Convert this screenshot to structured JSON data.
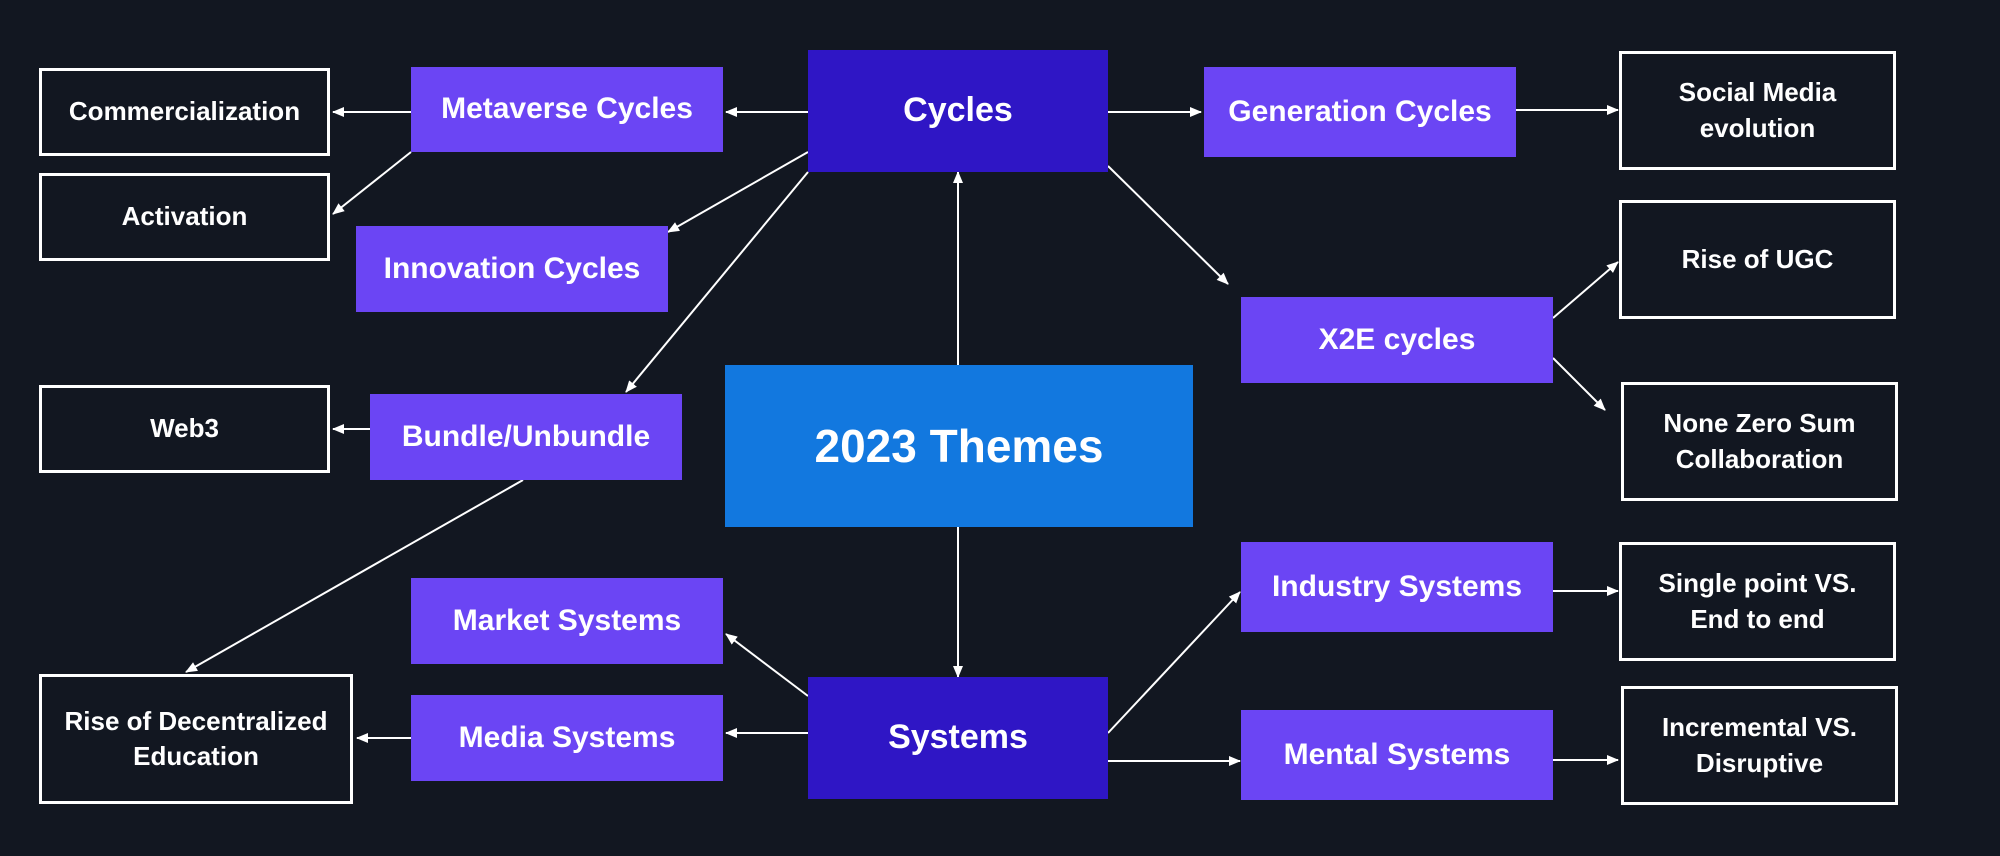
{
  "core": {
    "label": "2023 Themes"
  },
  "main": {
    "cycles": "Cycles",
    "systems": "Systems"
  },
  "sub": {
    "metaverse_cycles": "Metaverse Cycles",
    "innovation_cycles": "Innovation Cycles",
    "bundle_unbundle": "Bundle/Unbundle",
    "generation_cycles": "Generation Cycles",
    "x2e_cycles": "X2E cycles",
    "market_systems": "Market Systems",
    "media_systems": "Media Systems",
    "industry_systems": "Industry Systems",
    "mental_systems": "Mental Systems"
  },
  "leaf": {
    "commercialization": "Commercialization",
    "activation": "Activation",
    "web3": "Web3",
    "rise_of_decentralized_education": "Rise of Decentralized Education",
    "social_media_evolution": "Social Media evolution",
    "rise_of_ugc": "Rise of UGC",
    "none_zero_sum_collaboration": "None Zero Sum Collaboration",
    "single_point_vs_end_to_end": "Single point VS. End to end",
    "incremental_vs_disruptive": "Incremental VS. Disruptive"
  },
  "colors": {
    "background": "#121721",
    "core": "#1278df",
    "main": "#2f16c5",
    "sub": "#6b45f4",
    "leaf_border": "#ffffff",
    "arrow": "#ffffff"
  }
}
